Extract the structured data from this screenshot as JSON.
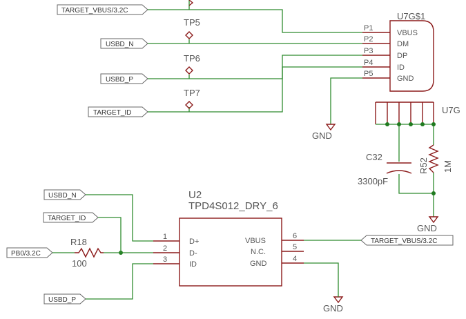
{
  "net_labels": {
    "target_vbus": "TARGET_VBUS/3.2C",
    "usbd_n": "USBD_N",
    "usbd_p": "USBD_P",
    "target_id": "TARGET_ID",
    "pb0": "PB0/3.2C"
  },
  "test_points": [
    "TP5",
    "TP6",
    "TP7"
  ],
  "connector": {
    "name": "U7G$1",
    "part_ref": "U7G",
    "pin_numbers": [
      "P1",
      "P2",
      "P3",
      "P4",
      "P5"
    ],
    "pin_names": [
      "VBUS",
      "DM",
      "DP",
      "ID",
      "GND"
    ]
  },
  "c32": {
    "name": "C32",
    "value": "3300pF"
  },
  "r52": {
    "name": "R52",
    "value": "1M"
  },
  "r18": {
    "name": "R18",
    "value": "100"
  },
  "u2": {
    "name": "U2",
    "part": "TPD4S012_DRY_6",
    "left_nums": [
      "1",
      "2",
      "3"
    ],
    "left_names": [
      "D+",
      "D-",
      "ID"
    ],
    "right_nums": [
      "6",
      "5",
      "4"
    ],
    "right_names": [
      "VBUS",
      "N.C.",
      "GND"
    ]
  },
  "gnd_label": "GND",
  "colors": {
    "wire": "#2e8b2e",
    "part": "#8b1a1a",
    "text": "#555555",
    "tag": "#666666"
  }
}
